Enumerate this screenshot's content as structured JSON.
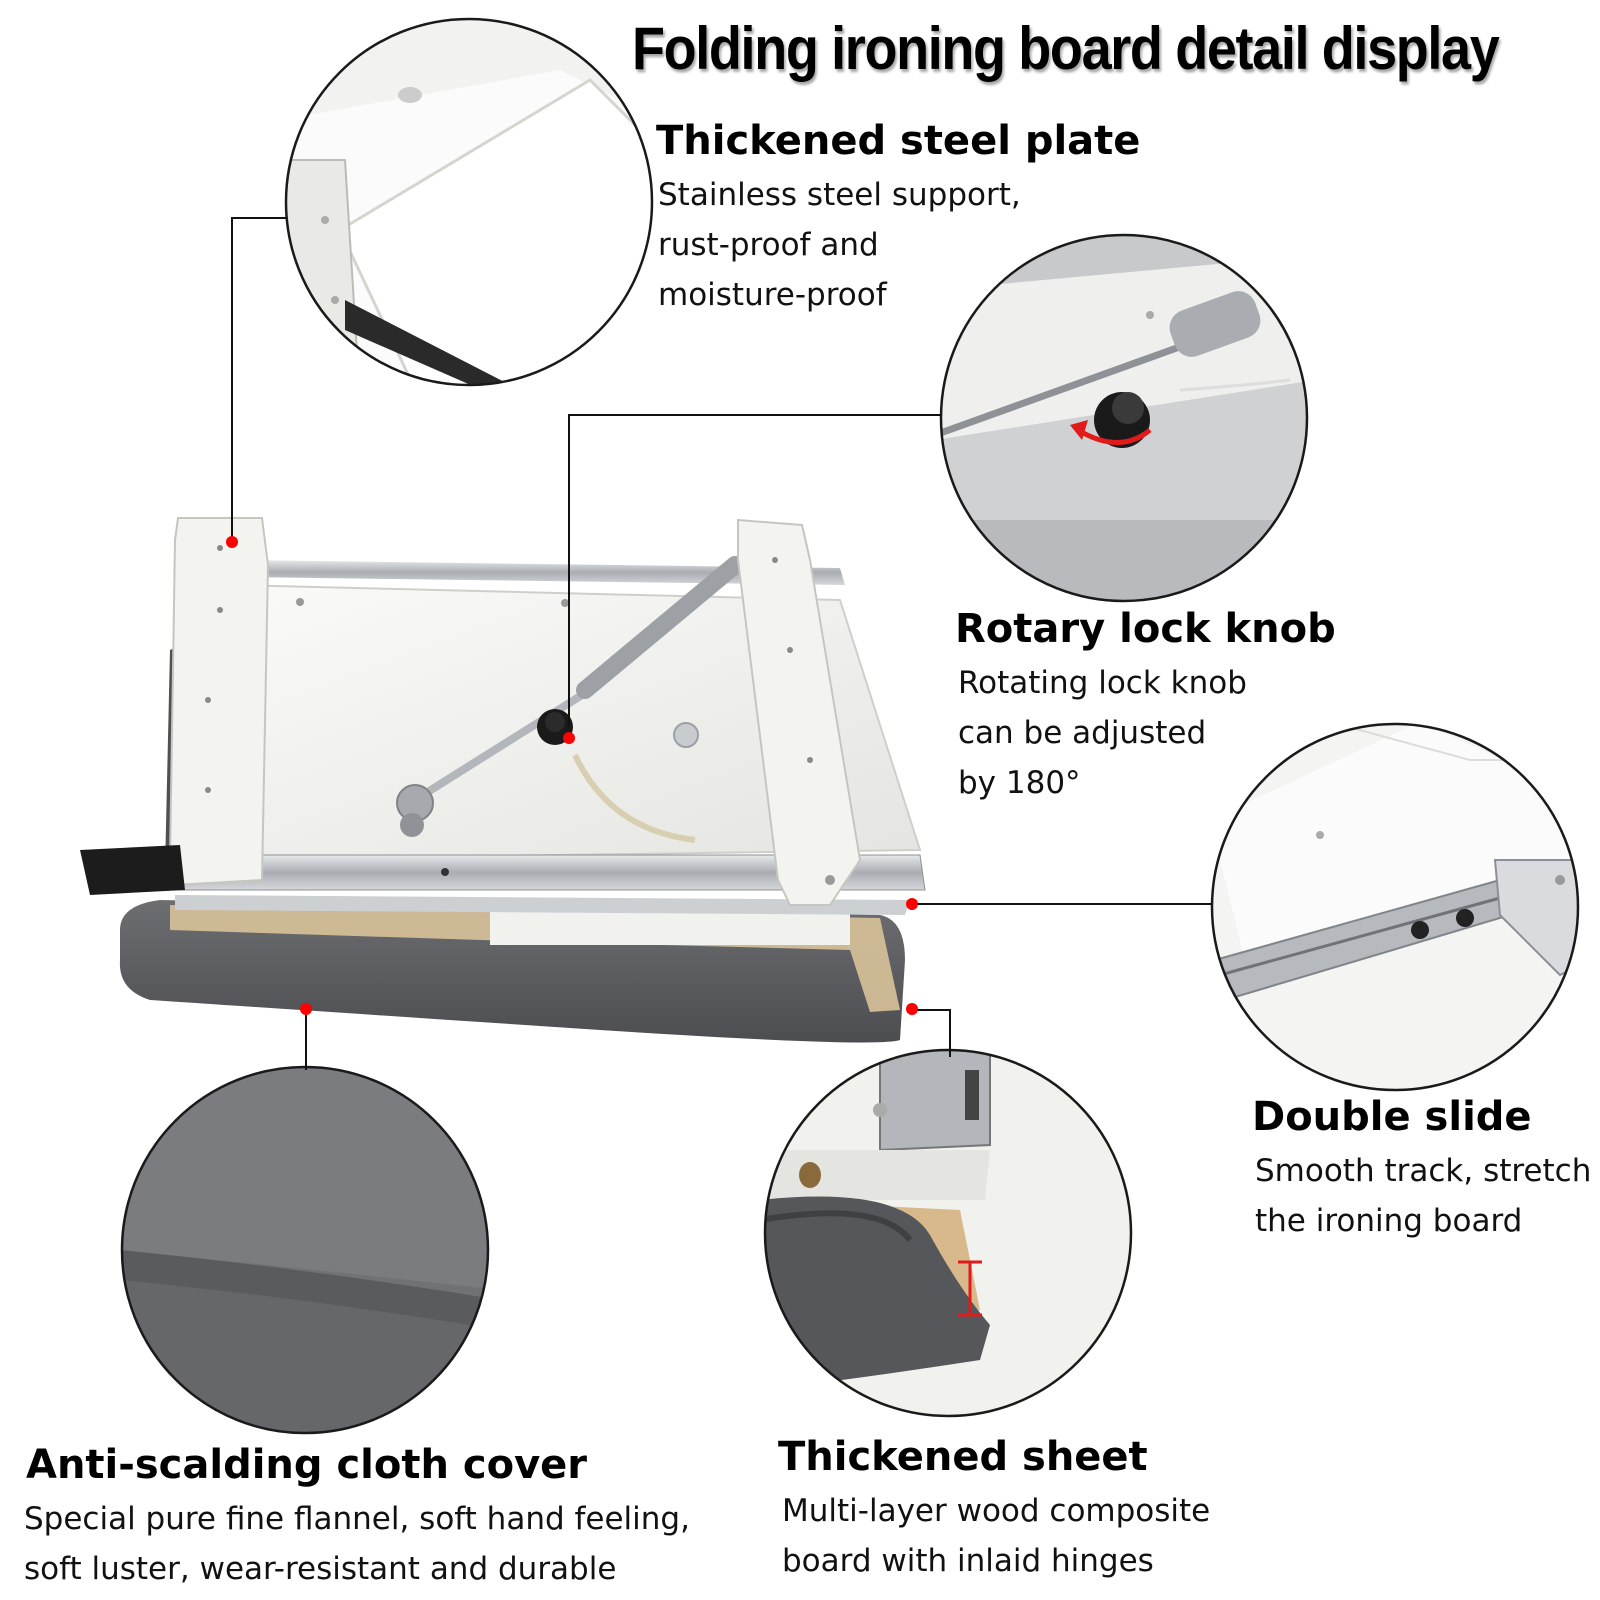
{
  "title": "Folding ironing board detail display",
  "features": {
    "steel_plate": {
      "heading": "Thickened steel plate",
      "lines": [
        "Stainless steel support,",
        "rust-proof and",
        "moisture-proof"
      ]
    },
    "rotary_knob": {
      "heading": "Rotary lock knob",
      "lines": [
        "Rotating lock knob",
        "can be adjusted",
        "by 180°"
      ]
    },
    "double_slide": {
      "heading": "Double slide",
      "lines": [
        "Smooth track, stretch",
        "the ironing board"
      ]
    },
    "cloth_cover": {
      "heading": "Anti-scalding cloth cover",
      "lines": [
        "Special pure fine flannel, soft hand feeling,",
        "soft luster, wear-resistant and durable"
      ]
    },
    "thick_sheet": {
      "heading": "Thickened sheet",
      "lines": [
        "Multi-layer wood composite",
        "board with inlaid hinges"
      ]
    }
  },
  "colors": {
    "marker": "#ff0000",
    "cloth": "#5a5b5e",
    "frame": "#f1f1ee",
    "rail": "#b9bcc0",
    "wood": "#d9c29a"
  }
}
